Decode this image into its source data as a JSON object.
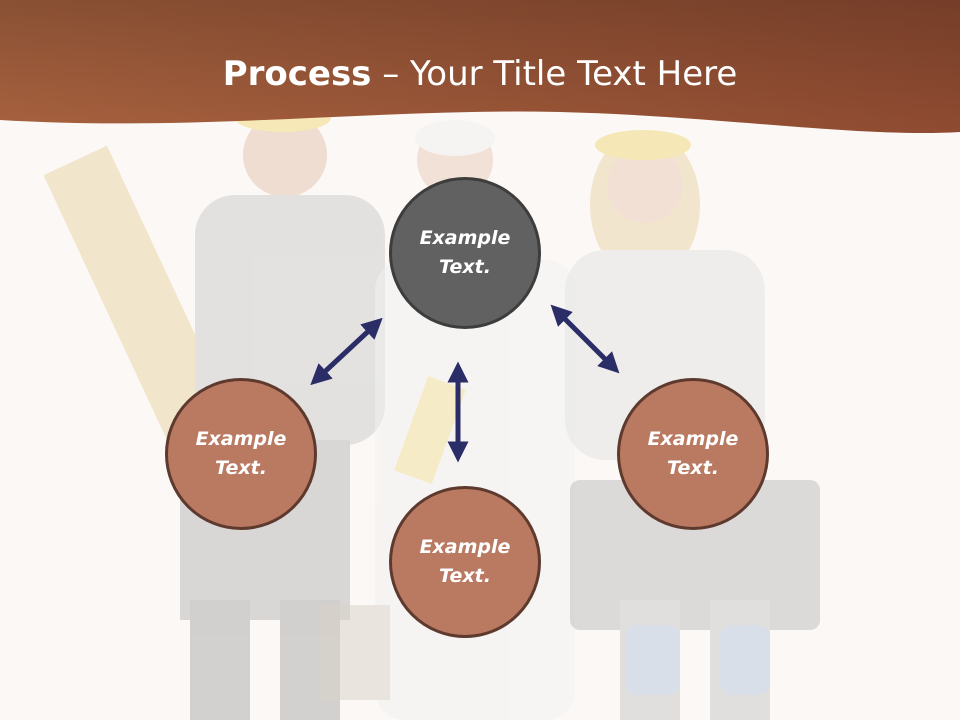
{
  "slide": {
    "title_bold": "Process",
    "title_rest": " – Your Title Text Here"
  },
  "nodes": {
    "top": "Example Text.",
    "left": "Example Text.",
    "right": "Example Text.",
    "bottom": "Example Text."
  },
  "colors": {
    "header": "#9c5338",
    "center_circle": "#616161",
    "outer_circles": "#b97a61",
    "arrows": "#2a2d66"
  },
  "background": "faded photo of three construction workers in hard hats"
}
